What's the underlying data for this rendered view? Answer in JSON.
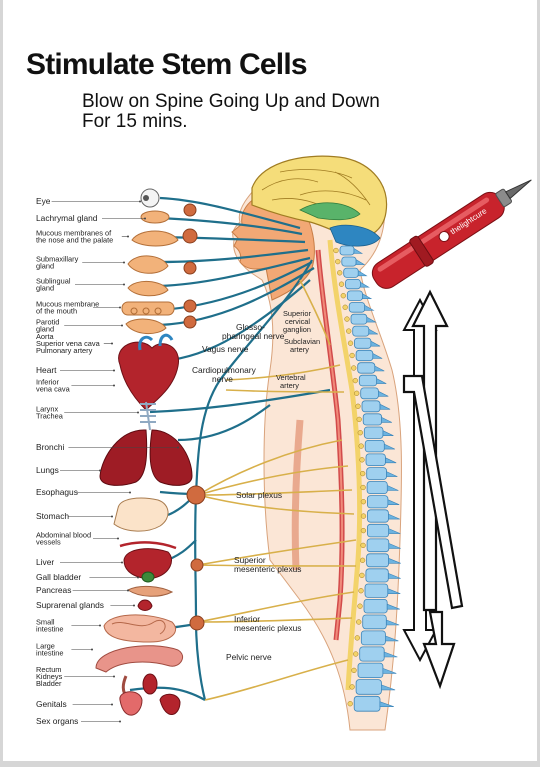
{
  "heading": {
    "title": "Stimulate Stem Cells",
    "line1": "Blow on Spine Going Up and Down",
    "line2": "For 15 mins."
  },
  "colors": {
    "nerve": "#1f6f8b",
    "nerve_tan": "#d8b04a",
    "spine_blue": "#6cb3e0",
    "organ_red": "#b3242c",
    "skin": "#f2a875",
    "device_red": "#c8232c"
  },
  "device": {
    "brand_text": "thelightcure"
  },
  "left_labels": [
    {
      "id": "eye",
      "lines": [
        "Eye"
      ]
    },
    {
      "id": "lachrymal",
      "lines": [
        "Lachrymal gland"
      ]
    },
    {
      "id": "mucous-nose",
      "lines": [
        "Mucous membranes of",
        "the nose and the palate"
      ]
    },
    {
      "id": "submaxillary",
      "lines": [
        "Submaxillary",
        "gland"
      ]
    },
    {
      "id": "sublingual",
      "lines": [
        "Sublingual",
        "gland"
      ]
    },
    {
      "id": "mucous-mouth",
      "lines": [
        "Mucous membrane",
        "of the mouth"
      ]
    },
    {
      "id": "parotid",
      "lines": [
        "Parotid",
        "gland"
      ]
    },
    {
      "id": "aorta",
      "lines": [
        "Aorta",
        "Superior vena cava",
        "Pulmonary artery"
      ]
    },
    {
      "id": "heart",
      "lines": [
        "Heart"
      ]
    },
    {
      "id": "inferior-vena",
      "lines": [
        "Inferior",
        "vena cava"
      ]
    },
    {
      "id": "larynx",
      "lines": [
        "Larynx",
        "Trachea"
      ]
    },
    {
      "id": "bronchi",
      "lines": [
        "Bronchi"
      ]
    },
    {
      "id": "lungs",
      "lines": [
        "Lungs"
      ]
    },
    {
      "id": "esophagus",
      "lines": [
        "Esophagus"
      ]
    },
    {
      "id": "stomach",
      "lines": [
        "Stomach"
      ]
    },
    {
      "id": "abdominal-vessels",
      "lines": [
        "Abdominal blood",
        "vessels"
      ]
    },
    {
      "id": "liver",
      "lines": [
        "Liver"
      ]
    },
    {
      "id": "gall-bladder",
      "lines": [
        "Gall bladder"
      ]
    },
    {
      "id": "pancreas",
      "lines": [
        "Pancreas"
      ]
    },
    {
      "id": "suprarenal",
      "lines": [
        "Suprarenal glands"
      ]
    },
    {
      "id": "small-intestine",
      "lines": [
        "Small",
        "intestine"
      ]
    },
    {
      "id": "large-intestine",
      "lines": [
        "Large",
        "intestine"
      ]
    },
    {
      "id": "rectum",
      "lines": [
        "Rectum",
        "Kidneys",
        "Bladder"
      ]
    },
    {
      "id": "genitals",
      "lines": [
        "Genitals"
      ]
    },
    {
      "id": "sex-organs",
      "lines": [
        "Sex organs"
      ]
    }
  ],
  "inner_labels": [
    {
      "id": "glosso",
      "lines": [
        "Glosso-",
        "pharingeal nerve"
      ]
    },
    {
      "id": "vagus",
      "lines": [
        "Vagus nerve"
      ]
    },
    {
      "id": "cardiopulmonary",
      "lines": [
        "Cardiopulmonary",
        "nerve"
      ]
    },
    {
      "id": "superior-ganglion",
      "lines": [
        "Superior",
        "cervical",
        "ganglion"
      ]
    },
    {
      "id": "subclavian",
      "lines": [
        "Subclavian",
        "artery"
      ]
    },
    {
      "id": "vertebral",
      "lines": [
        "Vertebral",
        "artery"
      ]
    },
    {
      "id": "solar",
      "lines": [
        "Solar plexus"
      ]
    },
    {
      "id": "superior-mesenteric",
      "lines": [
        "Superior",
        "mesenteric plexus"
      ]
    },
    {
      "id": "inferior-mesenteric",
      "lines": [
        "Inferior",
        "mesenteric plexus"
      ]
    },
    {
      "id": "pelvic",
      "lines": [
        "Pelvic nerve"
      ]
    }
  ]
}
